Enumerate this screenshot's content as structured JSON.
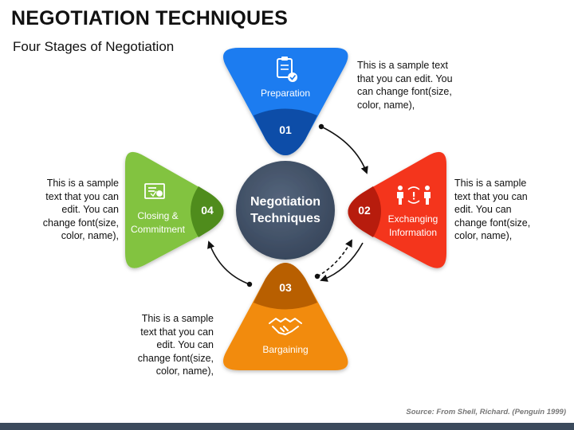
{
  "title": "NEGOTIATION TECHNIQUES",
  "subtitle": "Four Stages of Negotiation",
  "center": {
    "line1": "Negotiation",
    "line2": "Techniques",
    "color": "#44546a"
  },
  "stages": [
    {
      "number": "01",
      "label1": "Preparation",
      "label2": "",
      "icon": "clipboard-check-icon",
      "color": "#1a7cf0",
      "dark": "#0a4ea8",
      "description": [
        "This is a sample text",
        "that you can edit. You",
        "can change font(size,",
        "color, name),"
      ]
    },
    {
      "number": "02",
      "label1": "Exchanging",
      "label2": "Information",
      "icon": "exchange-people-icon",
      "color": "#f4361c",
      "dark": "#b71c0b",
      "description": [
        "This is a sample",
        "text that you can",
        "edit. You can",
        "change font(size,",
        "color, name),"
      ]
    },
    {
      "number": "03",
      "label1": "Bargaining",
      "label2": "",
      "icon": "handshake-icon",
      "color": "#f28b0c",
      "dark": "#b85f05",
      "description": [
        "This is a sample",
        "text that you can",
        "edit. You can",
        "change font(size,",
        "color, name),"
      ]
    },
    {
      "number": "04",
      "label1": "Closing &",
      "label2": "Commitment",
      "icon": "certificate-icon",
      "color": "#82c341",
      "dark": "#4f8c1f",
      "description": [
        "This is a sample",
        "text that you can",
        "edit. You can",
        "change font(size,",
        "color, name),"
      ]
    }
  ],
  "source": "Source: From Shell, Richard. (Penguin 1999)"
}
